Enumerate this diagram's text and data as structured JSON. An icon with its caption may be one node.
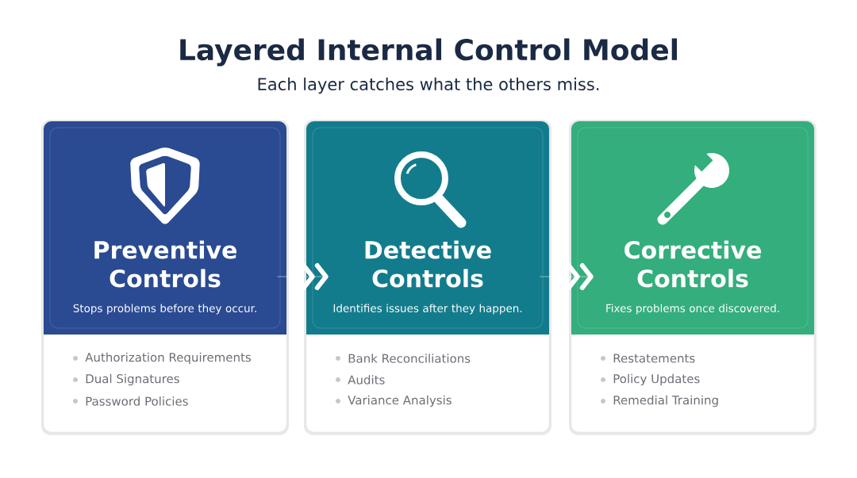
{
  "diagram": {
    "title": "Layered Internal Control Model",
    "nodes": [
      {
        "text": [
          "Preventive Controls",
          "Stops problems before they occur.",
          "Authorization Requirements",
          "Dual Signatures",
          "Password Policies"
        ]
      },
      {
        "text": [
          "Detective Controls",
          "Identifies issues after they happen.",
          "Bank Reconciliations",
          "Audits",
          "Variance Analysis"
        ]
      },
      {
        "text": [
          "Corrective Controls",
          "Fixes problems once discovered.",
          "Restatements",
          "Policy Updates",
          "Remedial Training"
        ]
      }
    ],
    "edges": [
      {
        "from": 0,
        "to": 1,
        "arrow": "to"
      },
      {
        "from": 1,
        "to": 2,
        "arrow": "to"
      }
    ],
    "labels": [
      "Each layer catches what the others miss."
    ]
  }
}
